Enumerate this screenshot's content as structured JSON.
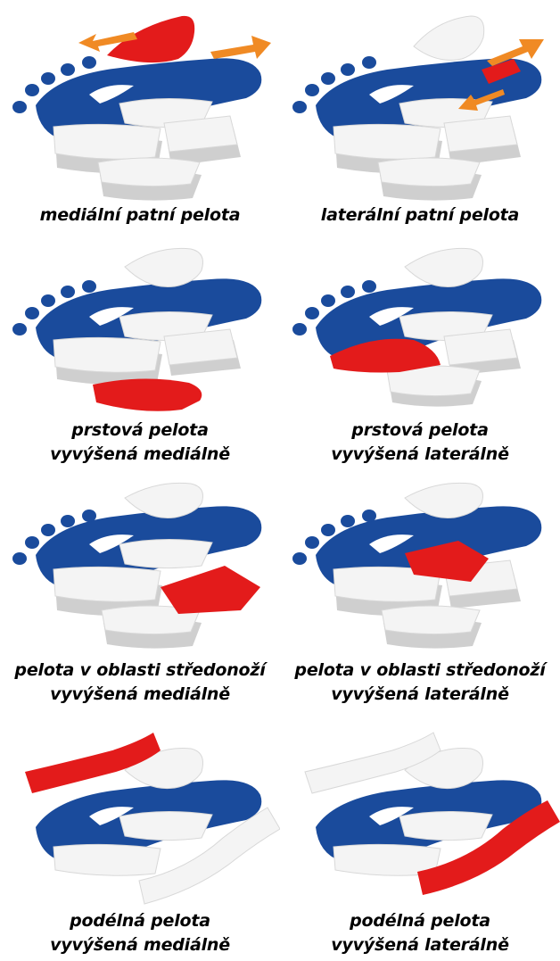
{
  "colors": {
    "blue": "#1a4b9c",
    "red": "#e31b1b",
    "white_piece": "#f4f4f4",
    "piece_shadow": "#c9c9c9",
    "arrow_orange": "#f08a24"
  },
  "panels": [
    {
      "caption_lines": [
        "mediální patní pelota"
      ],
      "highlight": "heel-medial",
      "arrows": true
    },
    {
      "caption_lines": [
        "laterální patní pelota"
      ],
      "highlight": "heel-lateral",
      "arrows": true
    },
    {
      "caption_lines": [
        "prstová pelota",
        "vyvýšená mediálně"
      ],
      "highlight": "toe-medial",
      "arrows": false
    },
    {
      "caption_lines": [
        "prstová pelota",
        "vyvýšená laterálně"
      ],
      "highlight": "toe-lateral",
      "arrows": false
    },
    {
      "caption_lines": [
        "pelota v oblasti středonoží",
        "vyvýšená mediálně"
      ],
      "highlight": "midfoot-medial",
      "arrows": false
    },
    {
      "caption_lines": [
        "pelota v oblasti středonoží",
        "vyvýšená laterálně"
      ],
      "highlight": "midfoot-lateral",
      "arrows": false
    },
    {
      "caption_lines": [
        "podélná pelota",
        "vyvýšená mediálně"
      ],
      "highlight": "longitudinal-medial",
      "arrows": false
    },
    {
      "caption_lines": [
        "podélná pelota",
        "vyvýšená laterálně"
      ],
      "highlight": "longitudinal-lateral",
      "arrows": false
    }
  ]
}
